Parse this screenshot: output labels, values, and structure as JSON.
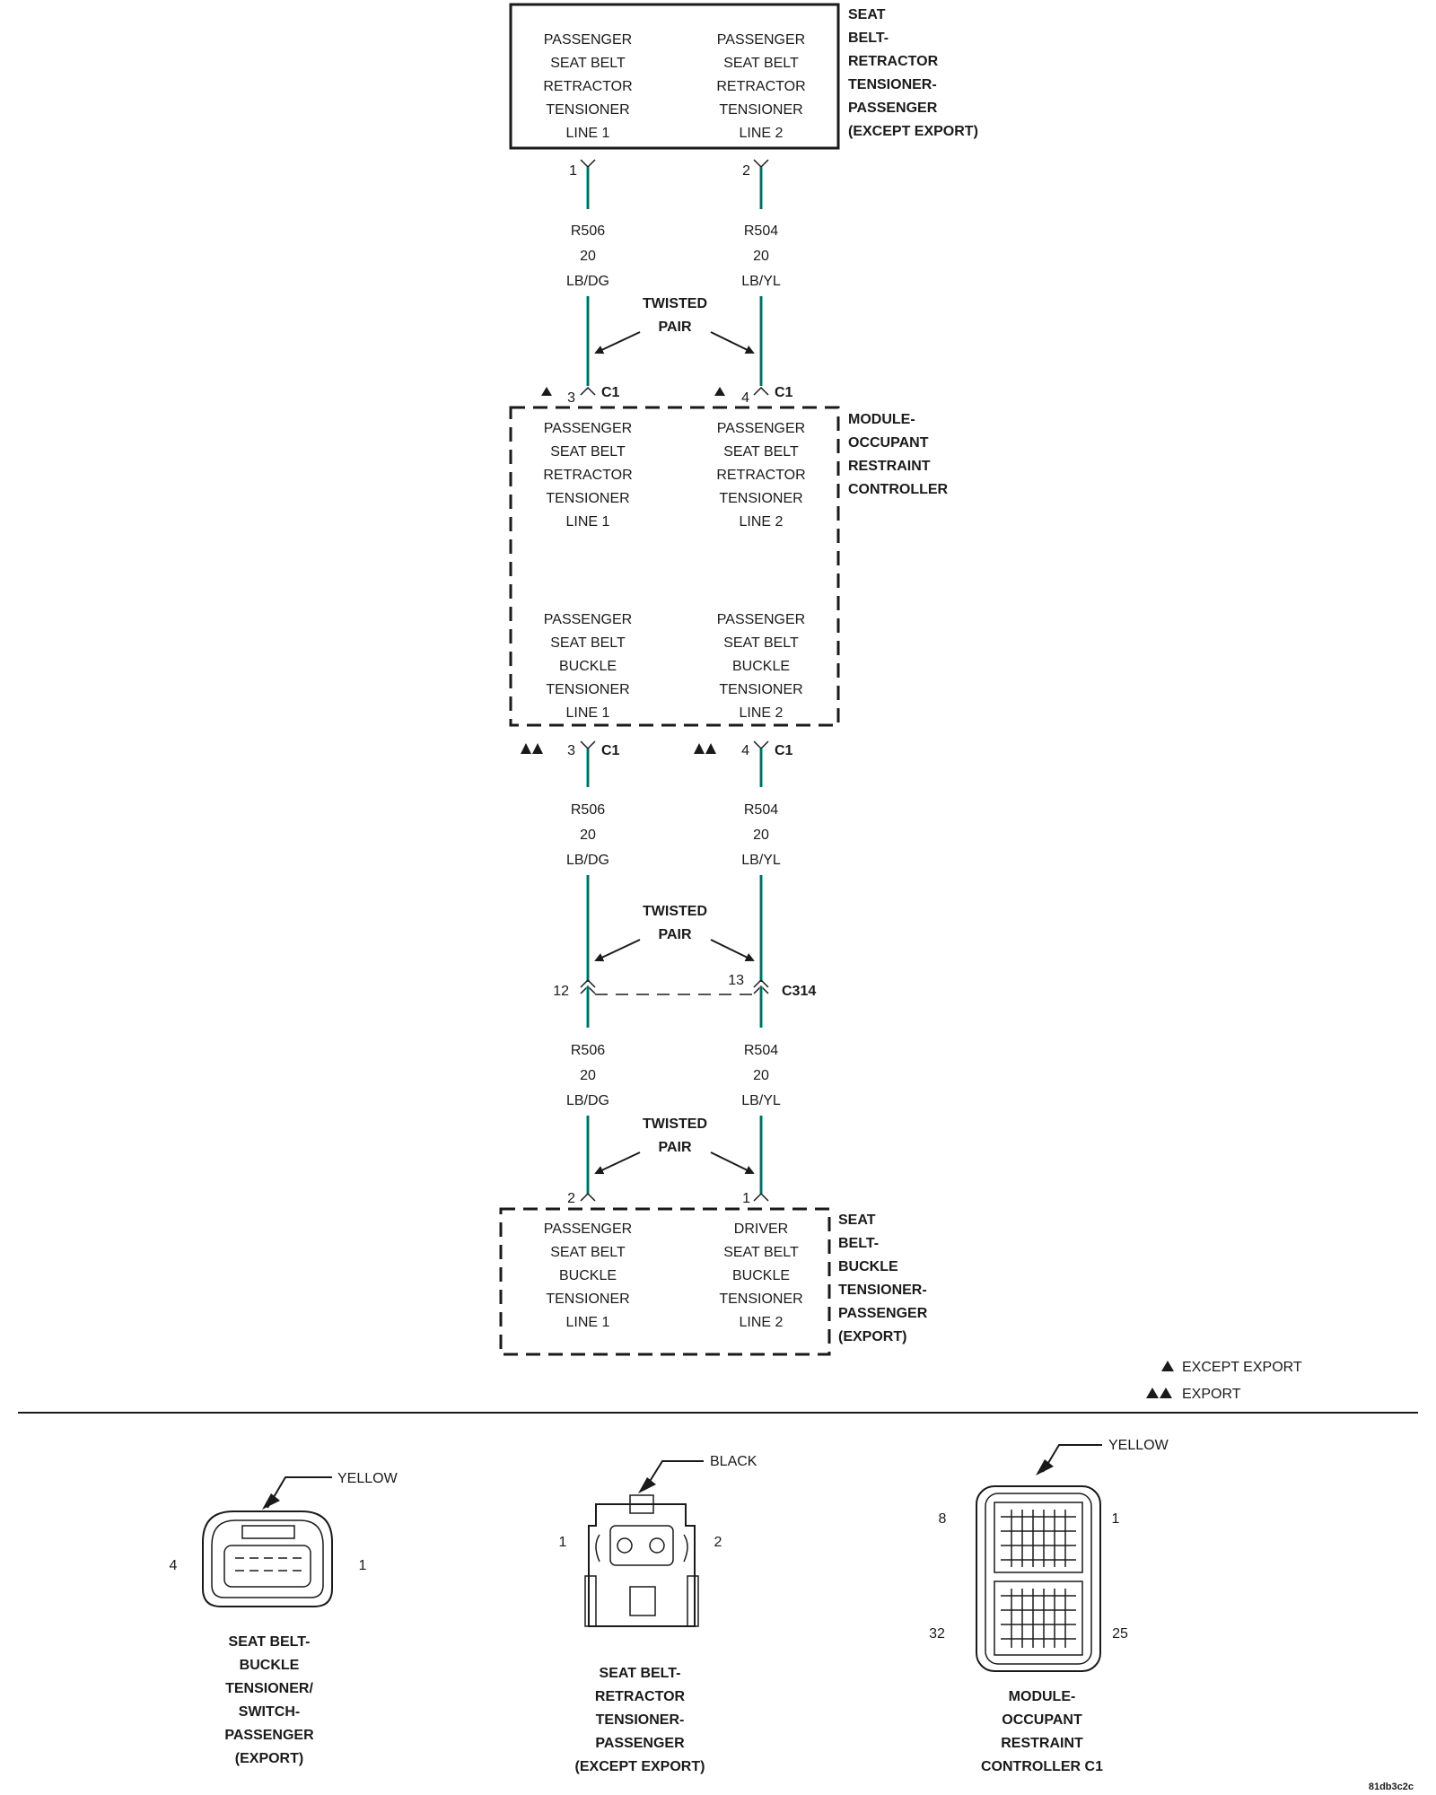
{
  "top_component": {
    "left_lines": [
      "PASSENGER",
      "SEAT BELT",
      "RETRACTOR",
      "TENSIONER",
      "LINE 1"
    ],
    "right_lines": [
      "PASSENGER",
      "SEAT BELT",
      "RETRACTOR",
      "TENSIONER",
      "LINE 2"
    ],
    "name_lines": [
      "SEAT",
      "BELT-",
      "RETRACTOR",
      "TENSIONER-",
      "PASSENGER",
      "(EXCEPT EXPORT)"
    ],
    "pin_left": "1",
    "pin_right": "2"
  },
  "segment1": {
    "left_wire": {
      "circuit": "R506",
      "gauge": "20",
      "color": "LB/DG"
    },
    "right_wire": {
      "circuit": "R504",
      "gauge": "20",
      "color": "LB/YL"
    },
    "twisted_pair": [
      "TWISTED",
      "PAIR"
    ]
  },
  "orc": {
    "top_pin_left": "3",
    "top_pin_right": "4",
    "connector": "C1",
    "upper_left_lines": [
      "PASSENGER",
      "SEAT BELT",
      "RETRACTOR",
      "TENSIONER",
      "LINE 1"
    ],
    "upper_right_lines": [
      "PASSENGER",
      "SEAT BELT",
      "RETRACTOR",
      "TENSIONER",
      "LINE 2"
    ],
    "lower_left_lines": [
      "PASSENGER",
      "SEAT BELT",
      "BUCKLE",
      "TENSIONER",
      "LINE 1"
    ],
    "lower_right_lines": [
      "PASSENGER",
      "SEAT BELT",
      "BUCKLE",
      "TENSIONER",
      "LINE 2"
    ],
    "name_lines": [
      "MODULE-",
      "OCCUPANT",
      "RESTRAINT",
      "CONTROLLER"
    ],
    "bottom_pin_left": "3",
    "bottom_pin_right": "4"
  },
  "segment2": {
    "left_wire": {
      "circuit": "R506",
      "gauge": "20",
      "color": "LB/DG"
    },
    "right_wire": {
      "circuit": "R504",
      "gauge": "20",
      "color": "LB/YL"
    },
    "twisted_pair": [
      "TWISTED",
      "PAIR"
    ]
  },
  "c314": {
    "pin_left": "12",
    "pin_right": "13",
    "name": "C314"
  },
  "segment3": {
    "left_wire": {
      "circuit": "R506",
      "gauge": "20",
      "color": "LB/DG"
    },
    "right_wire": {
      "circuit": "R504",
      "gauge": "20",
      "color": "LB/YL"
    },
    "twisted_pair": [
      "TWISTED",
      "PAIR"
    ]
  },
  "bottom_component": {
    "pin_left": "2",
    "pin_right": "1",
    "left_lines": [
      "PASSENGER",
      "SEAT BELT",
      "BUCKLE",
      "TENSIONER",
      "LINE 1"
    ],
    "right_lines": [
      "DRIVER",
      "SEAT BELT",
      "BUCKLE",
      "TENSIONER",
      "LINE 2"
    ],
    "name_lines": [
      "SEAT",
      "BELT-",
      "BUCKLE",
      "TENSIONER-",
      "PASSENGER",
      "(EXPORT)"
    ]
  },
  "legend": {
    "except_export": "EXCEPT EXPORT",
    "export": "EXPORT"
  },
  "connector_views": {
    "buckle": {
      "color": "YELLOW",
      "pin_left": "4",
      "pin_right": "1",
      "title_lines": [
        "SEAT BELT-",
        "BUCKLE",
        "TENSIONER/",
        "SWITCH-",
        "PASSENGER",
        "(EXPORT)"
      ]
    },
    "retractor": {
      "color": "BLACK",
      "pin_left": "1",
      "pin_right": "2",
      "title_lines": [
        "SEAT BELT-",
        "RETRACTOR",
        "TENSIONER-",
        "PASSENGER",
        "(EXCEPT EXPORT)"
      ]
    },
    "orc_c1": {
      "color": "YELLOW",
      "pin_top_left": "8",
      "pin_top_right": "1",
      "pin_bottom_left": "32",
      "pin_bottom_right": "25",
      "title_lines": [
        "MODULE-",
        "OCCUPANT",
        "RESTRAINT",
        "CONTROLLER C1"
      ]
    }
  },
  "figure_id": "81db3c2c",
  "colors": {
    "wire": "#2ec4b6",
    "ink": "#1a1a1a"
  }
}
